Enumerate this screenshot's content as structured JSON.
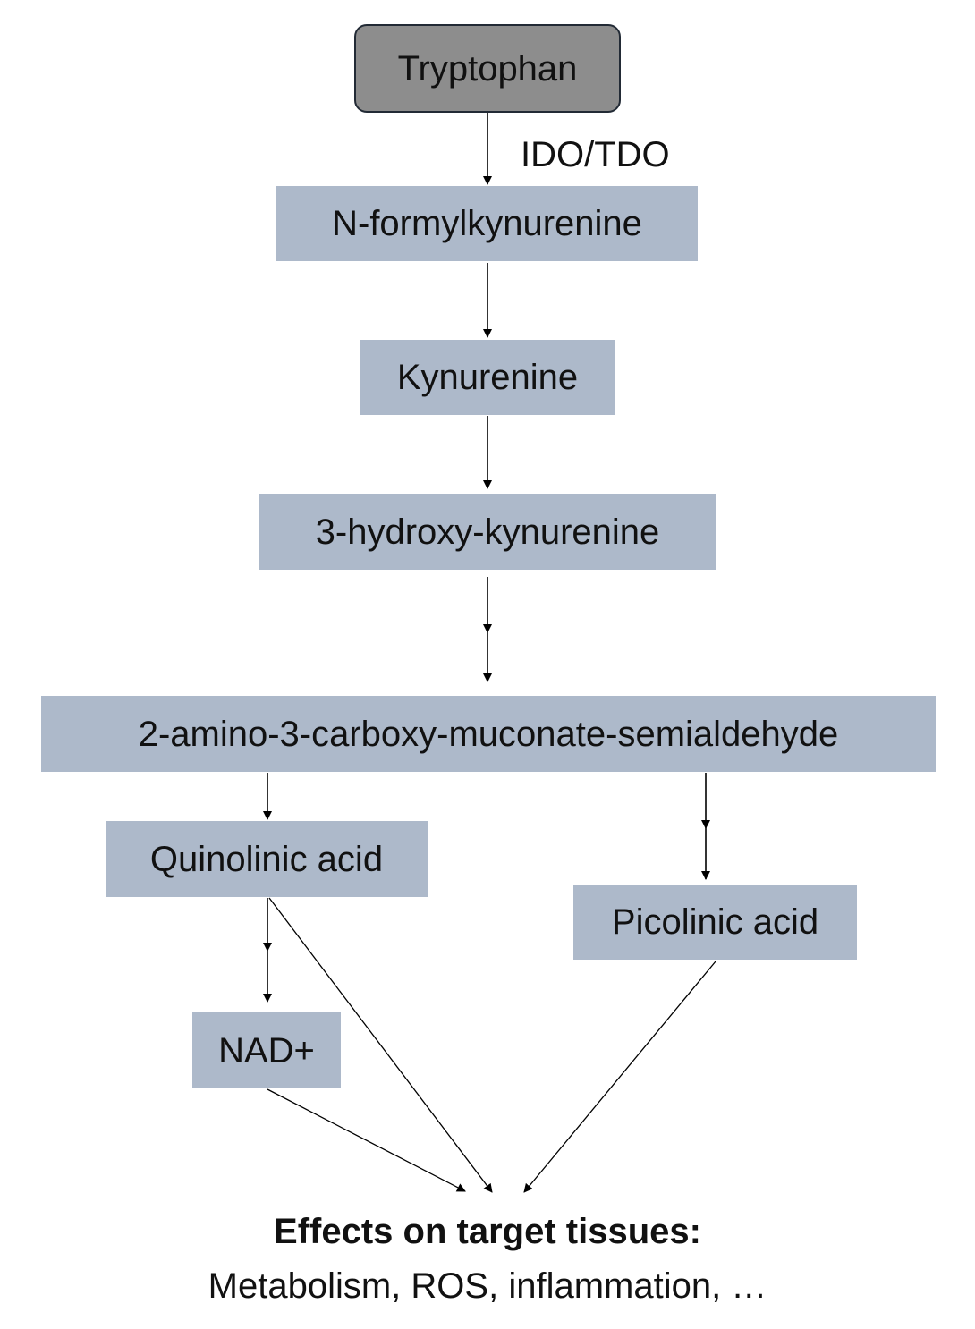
{
  "nodes": {
    "tryptophan": "Tryptophan",
    "n_formylkynurenine": "N-formylkynurenine",
    "kynurenine": "Kynurenine",
    "hydroxy_kynurenine": "3-hydroxy-kynurenine",
    "acms": "2-amino-3-carboxy-muconate-semialdehyde",
    "quinolinic_acid": "Quinolinic acid",
    "picolinic_acid": "Picolinic acid",
    "nad": "NAD+"
  },
  "edge_labels": {
    "ido_tdo": "IDO/TDO"
  },
  "outcome": {
    "title": "Effects on target tissues:",
    "description": "Metabolism, ROS, inflammation, …"
  },
  "colors": {
    "start_node_fill": "#8d8d8d",
    "start_node_border": "#222a35",
    "node_fill": "#adb9ca",
    "arrow": "#000000"
  }
}
